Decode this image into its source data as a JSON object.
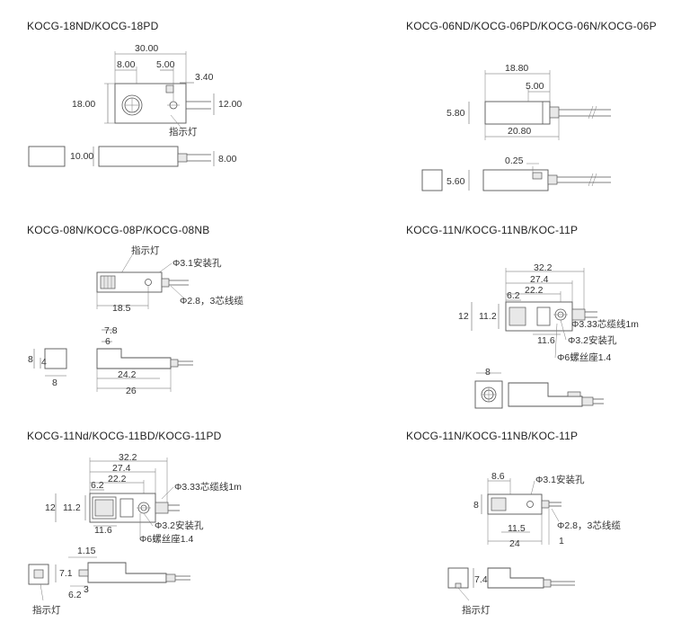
{
  "titles": {
    "p1": "KOCG-18ND/KOCG-18PD",
    "p2": "KOCG-06ND/KOCG-06PD/KOCG-06N/KOCG-06P",
    "p3": "KOCG-08N/KOCG-08P/KOCG-08NB",
    "p4": "KOCG-11N/KOCG-11NB/KOC-11P",
    "p5": "KOCG-11Nd/KOCG-11BD/KOCG-11PD",
    "p6": "KOCG-11N/KOCG-11NB/KOC-11P"
  },
  "p1": {
    "d30": "30.00",
    "d8": "8.00",
    "d5": "5.00",
    "d34": "3.40",
    "d18": "18.00",
    "d12": "12.00",
    "indicator": "指示灯",
    "d10": "10.00",
    "d8b": "8.00"
  },
  "p2": {
    "d1880": "18.80",
    "d5": "5.00",
    "d580": "5.80",
    "d2080": "20.80",
    "d025": "0.25",
    "d560": "5.60"
  },
  "p3": {
    "indicator": "指示灯",
    "hole": "Φ3.1安装孔",
    "d185": "18.5",
    "cable": "Φ2.8，3芯线缆",
    "d78": "7.8",
    "d6": "6",
    "d8a": "8",
    "d4": "4",
    "d8b": "8",
    "d242": "24.2",
    "d26": "26"
  },
  "p4": {
    "d322": "32.2",
    "d274": "27.4",
    "d222": "22.2",
    "d62": "6.2",
    "d12": "12",
    "d112": "11.2",
    "cable": "Φ3.33芯缆线1m",
    "d116": "11.6",
    "hole": "Φ3.2安装孔",
    "nut": "Φ6螺丝座1.4",
    "d8": "8"
  },
  "p5": {
    "d322": "32.2",
    "d274": "27.4",
    "d222": "22.2",
    "d62": "6.2",
    "cable": "Φ3.33芯缆线1m",
    "d12": "12",
    "d112": "11.2",
    "hole": "Φ3.2安装孔",
    "d116": "11.6",
    "nut": "Φ6螺丝座1.4",
    "d115": "1.15",
    "d71": "7.1",
    "d3": "3",
    "d62b": "6.2",
    "indicator": "指示灯"
  },
  "p6": {
    "d86": "8.6",
    "hole": "Φ3.1安装孔",
    "d8": "8",
    "d115": "11.5",
    "cable": "Φ2.8，3芯线缆",
    "d24": "24",
    "d1": "1",
    "d74": "7.4",
    "indicator": "指示灯"
  }
}
